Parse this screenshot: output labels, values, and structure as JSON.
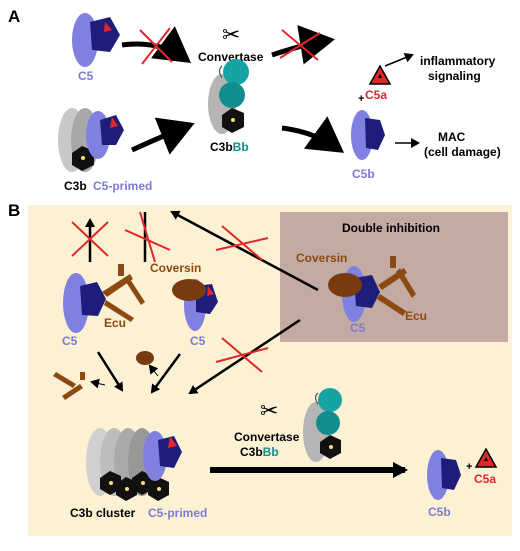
{
  "panels": {
    "a": {
      "letter": "A"
    },
    "b": {
      "letter": "B"
    }
  },
  "labels": {
    "c5": "C5",
    "convertase": "Convertase",
    "inflammatory_line1": "inflammatory",
    "inflammatory_line2": "signaling",
    "c5a": "C5a",
    "plus": "+",
    "mac_line1": "MAC",
    "mac_line2": "(cell damage)",
    "c3b": "C3b",
    "c5_primed": "C5-primed",
    "c3b_prefix": "C3b",
    "bb_suffix": "Bb",
    "c5b": "C5b",
    "double_inhibition": "Double inhibition",
    "coversin": "Coversin",
    "ecu": "Ecu",
    "c3b_cluster": "C3b cluster",
    "convertase_b": "Convertase"
  },
  "colors": {
    "c5_light": "#8080e0",
    "c5_dark": "#1e1e7a",
    "c5_text": "#7b7bd6",
    "red": "#e0282a",
    "teal": "#128c8c",
    "ecu_brown": "#8b4a12",
    "coversin_brown": "#7a3a10",
    "panel_b_bg": "#fdf1d3",
    "double_bg": "#c3aaa2",
    "gray": "#b5b5b5"
  }
}
